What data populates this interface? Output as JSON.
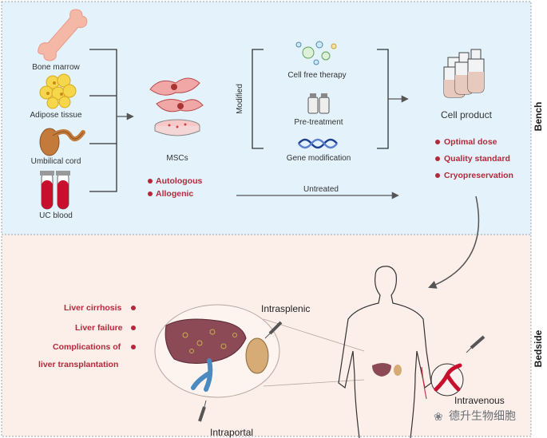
{
  "sources": {
    "bone_marrow": "Bone marrow",
    "adipose_tissue": "Adipose tissue",
    "umbilical_cord": "Umbilical cord",
    "uc_blood": "UC blood"
  },
  "mscs": {
    "label": "MSCs",
    "types": [
      "Autologous",
      "Allogenic"
    ]
  },
  "modified": {
    "label": "Modified",
    "options": [
      "Cell free therapy",
      "Pre-treatment",
      "Gene modification"
    ]
  },
  "untreated": "Untreated",
  "cell_product": {
    "label": "Cell product",
    "attributes": [
      "Optimal dose",
      "Quality standard",
      "Cryopreservation"
    ]
  },
  "sections": {
    "bench": "Bench",
    "bedside": "Bedside"
  },
  "diseases": {
    "cirrhosis": "Liver cirrhosis",
    "failure": "Liver failure",
    "complications_line1": "Complications of",
    "complications_line2": "liver transplantation"
  },
  "routes": {
    "intrasplenic": "Intrasplenic",
    "intravenous": "Intravenous",
    "intraportal": "Intraportal"
  },
  "watermark": "德升生物细胞",
  "colors": {
    "bench_bg": "#e4f3fb",
    "bedside_bg": "#fcefea",
    "accent_red": "#b5283a",
    "liver": "#8b4a55"
  }
}
